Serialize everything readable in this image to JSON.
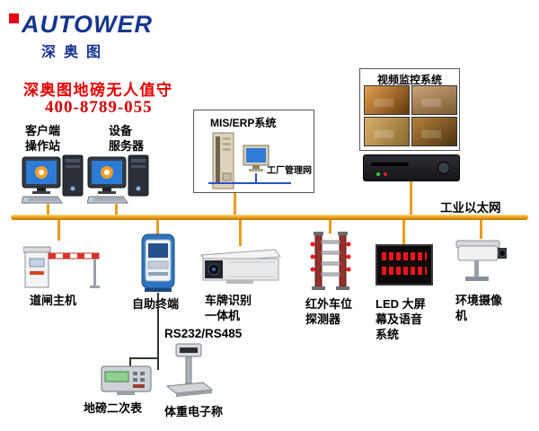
{
  "brand": {
    "logo_text": "AUTOWER",
    "logo_sub": "深奥图",
    "headline": "深奥图地磅无人值守",
    "phone": "400-8789-055"
  },
  "colors": {
    "brand_blue": "#16368f",
    "brand_red": "#e60012",
    "headline_red": "#e60000",
    "bus_orange": "#eda016",
    "led_red": "#f61414"
  },
  "icons": {
    "desktop-computer-icon": "svg-monitor-tower-keyboard",
    "server-tower-icon": "svg-beige-tower",
    "monitor-icon": "svg-small-crt",
    "camera-snapshot": "gradient-thumbnail",
    "dvr-icon": "dark-rack-unit",
    "barrier-gate-icon": "svg-striped-boom-gate",
    "kiosk-icon": "svg-blue-terminal",
    "plate-camera-icon": "svg-housing-camera",
    "infrared-detector-icon": "svg-twin-posts",
    "led-screen-icon": "black-panel-red-dots",
    "env-camera-icon": "svg-cctv-camera",
    "weighing-indicator-icon": "svg-meter-green-lcd",
    "platform-scale-icon": "svg-column-scale"
  },
  "top_nodes": {
    "client_station": {
      "line1": "客户端",
      "line2": "操作站"
    },
    "device_server": {
      "line1": "设备",
      "line2": "服务器"
    },
    "mis_erp": {
      "title": "MIS/ERP系统",
      "net_label": "工厂管理网"
    },
    "video_system": {
      "title": "视频监控系统"
    }
  },
  "bus": {
    "label": "工业以太网"
  },
  "devices": {
    "barrier": {
      "label": "道闸主机"
    },
    "kiosk": {
      "label": "自助终端"
    },
    "plate_camera": {
      "line1": "车牌识别",
      "line2": "一体机"
    },
    "infrared": {
      "line1": "红外车位",
      "line2": "探测器"
    },
    "led": {
      "line1": "LED 大屏",
      "line2": "幕及语音",
      "line3": "系统"
    },
    "env_camera": {
      "line1": "环境摄像",
      "line2": "机"
    }
  },
  "sub_devices": {
    "serial_label": "RS232/RS485",
    "meter": {
      "label": "地磅二次表"
    },
    "scale": {
      "label": "体重电子称"
    }
  }
}
